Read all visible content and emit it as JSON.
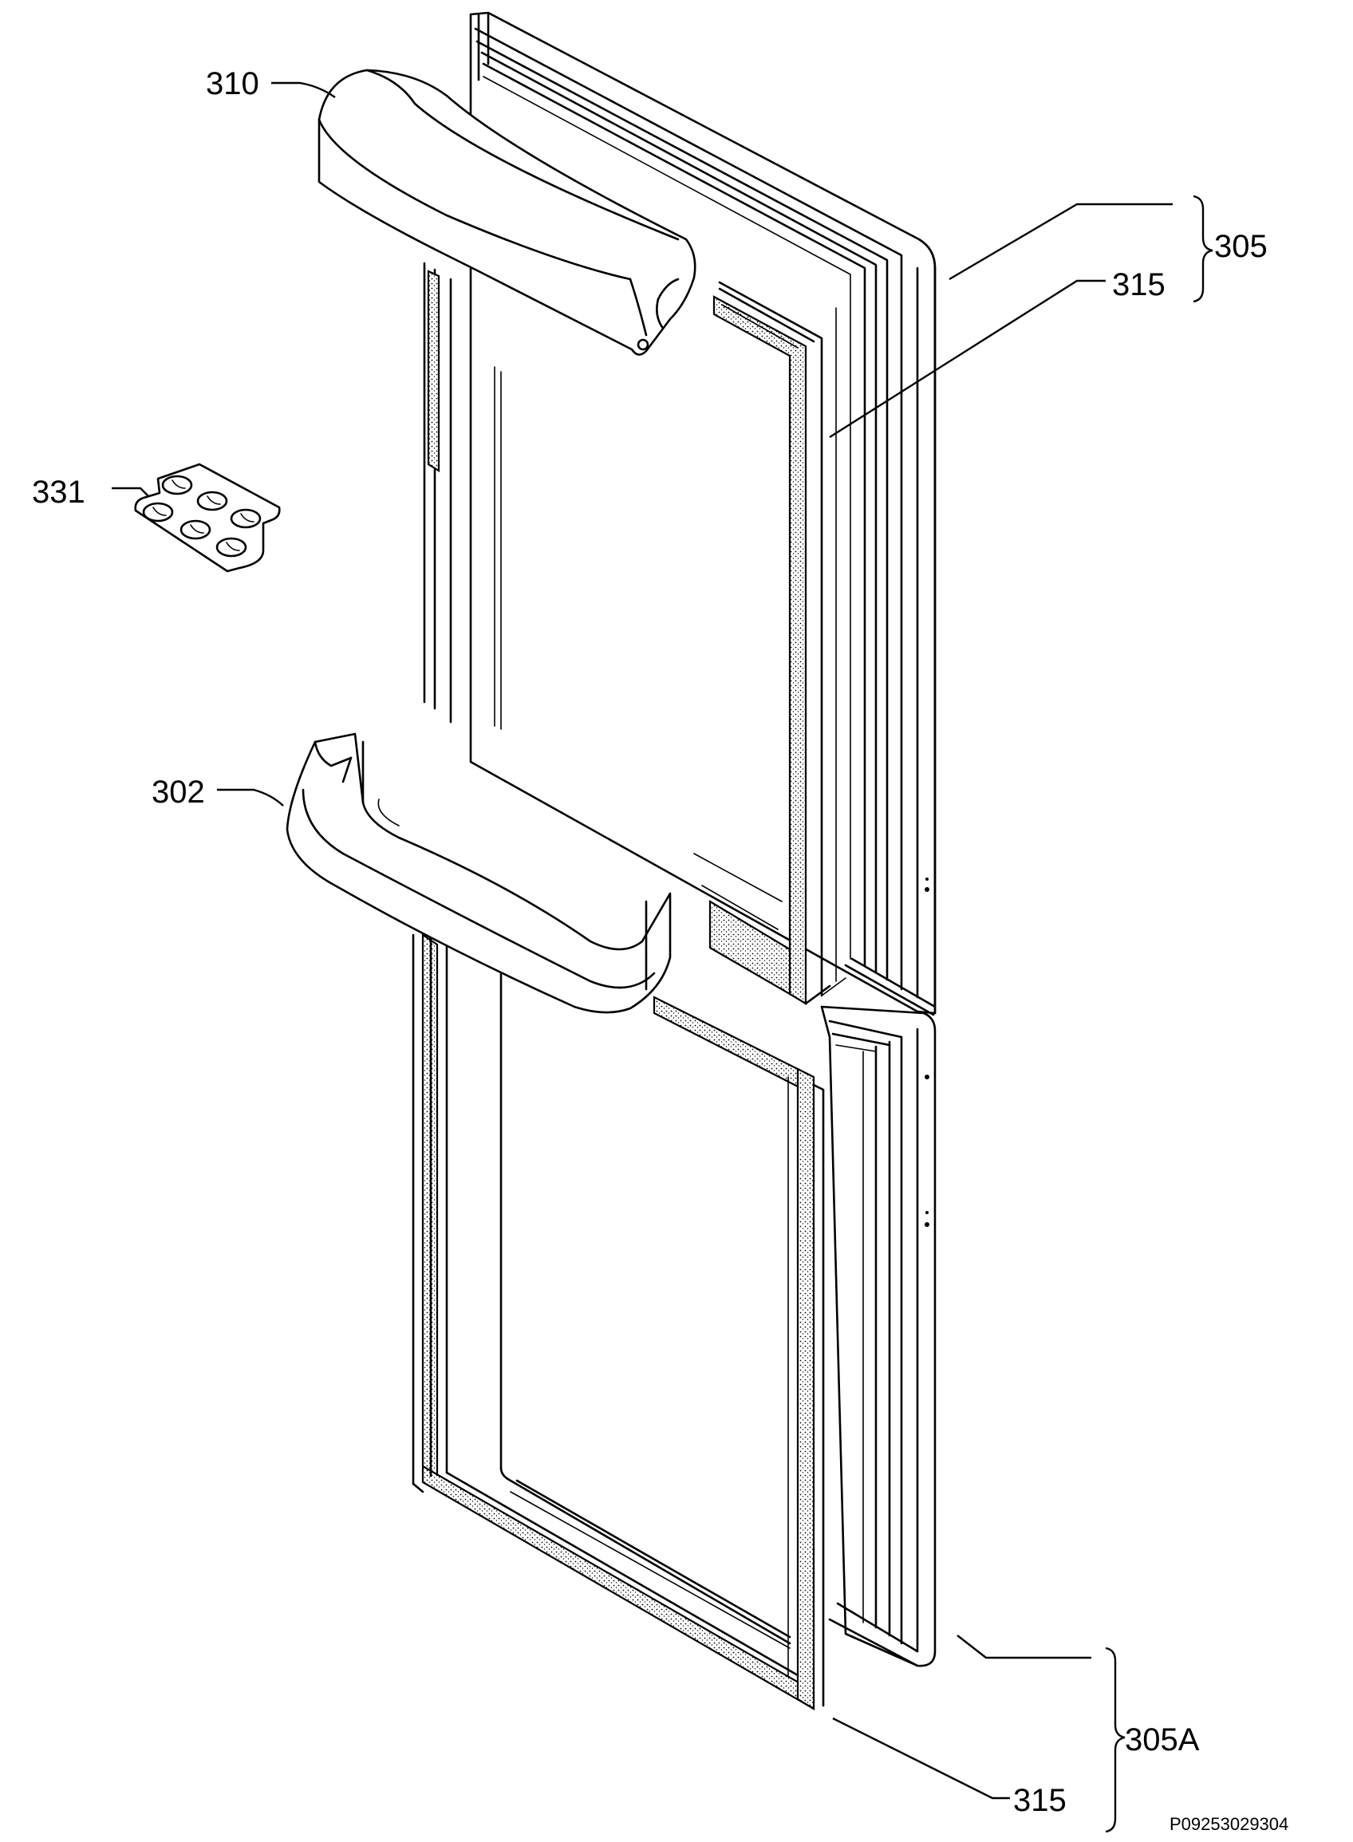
{
  "diagram": {
    "type": "exploded parts diagram",
    "subject": "refrigerator door assembly",
    "parts": [
      {
        "id": "p310",
        "label": "310",
        "part": "door handle trim (upper)"
      },
      {
        "id": "p331",
        "label": "331",
        "part": "egg tray"
      },
      {
        "id": "p302",
        "label": "302",
        "part": "door handle"
      },
      {
        "id": "p305",
        "label": "305",
        "part": "upper door"
      },
      {
        "id": "p315a",
        "label": "315",
        "part": "upper door gasket"
      },
      {
        "id": "p305a",
        "label": "305A",
        "part": "lower door"
      },
      {
        "id": "p315b",
        "label": "315",
        "part": "lower door gasket"
      }
    ],
    "drawing_code": "P09253029304",
    "line_color": "#000000",
    "background_color": "#ffffff"
  }
}
